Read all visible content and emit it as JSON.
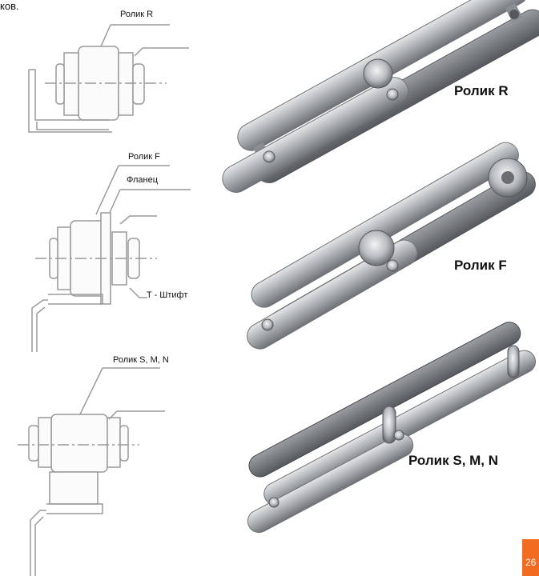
{
  "page": {
    "intro_fragment": "ков.",
    "page_number": "26",
    "accent_color": "#f26b21"
  },
  "diagrams": {
    "roller_r": {
      "callout": "Ролик R"
    },
    "roller_f": {
      "callout_roller": "Ролик F",
      "callout_flange": "Фланец",
      "callout_pin": "T - Штифт"
    },
    "roller_smn": {
      "callout": "Ролик S, M, N"
    }
  },
  "photos": {
    "roller_r_label": "Ролик R",
    "roller_f_label": "Ролик F",
    "roller_smn_label": "Ролик S, M, N"
  }
}
